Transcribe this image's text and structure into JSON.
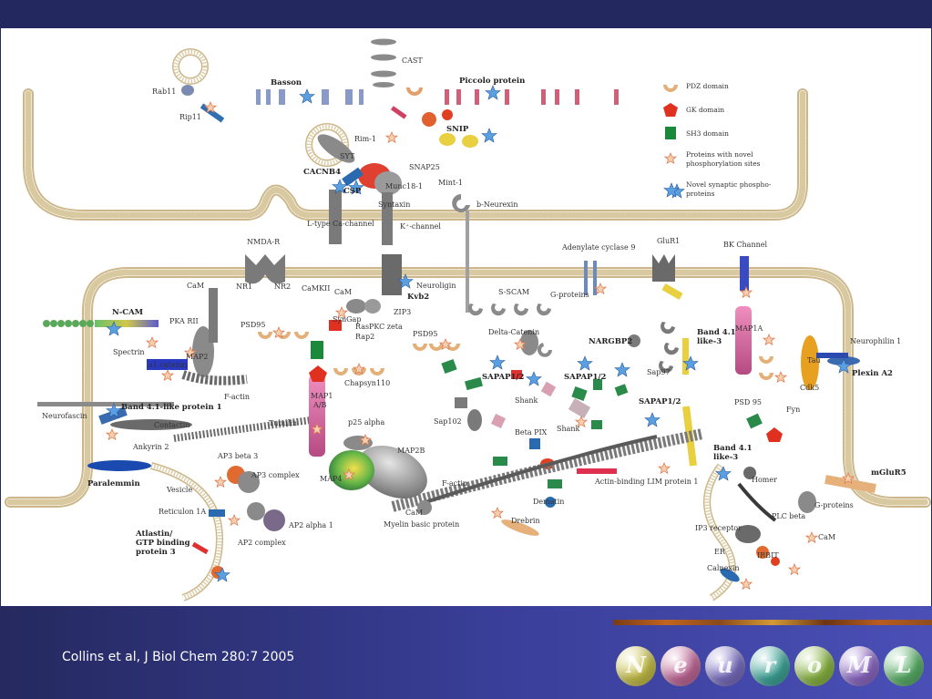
{
  "citation": "Collins et al, J Biol Chem 280:7 2005",
  "legend": {
    "pdz": "PDZ domain",
    "gk": "GK domain",
    "sh3": "SH3 domain",
    "novel_sites_1": "Proteins with novel",
    "novel_sites_2": "phosphorylation sites",
    "novel_proteins_1": "Novel synaptic phospho-",
    "novel_proteins_2": "proteins"
  },
  "labels": {
    "rab11": "Rab11",
    "rip11": "Rip11",
    "basson": "Basson",
    "cast": "CAST",
    "piccolo": "Piccolo protein",
    "rim1": "Rim-1",
    "snip": "SNIP",
    "syt": "SYT",
    "snap25": "SNAP25",
    "cacnb4": "CACNB4",
    "csp": "CSP",
    "munc18": "Munc18-1",
    "mint1": "Mint-1",
    "syntaxin": "Syntaxin",
    "bneurexin": "b-Neurexin",
    "ltype": "L-type Ca-channel",
    "kchannel": "K⁺-channel",
    "nmdar": "NMDA-R",
    "nr1": "NR1",
    "nr2": "NR2",
    "cam1": "CaM",
    "camkii": "CaMKII",
    "cam2": "CaM",
    "syngap": "SynGap",
    "kvb2": "Kvb2",
    "neuroligin": "Neuroligin",
    "zip3": "ZIP3",
    "ras": "Ras",
    "pkczeta": "PKC zeta",
    "rap2": "Rap2",
    "adenylate": "Adenylate cyclase 9",
    "gproteins1": "G-proteins",
    "glur1": "GluR1",
    "bkchannel": "BK Channel",
    "ncam": "N-CAM",
    "pkarii": "PKA RII",
    "psd95a": "PSD95",
    "psd95b": "PSD95",
    "sscam": "S-SCAM",
    "deltacatenin": "Delta-Catenin",
    "nargbp2": "NARGBP2",
    "spectrin": "Spectrin",
    "a1catenin": "a1 catenin",
    "map2": "MAP2",
    "factin1": "F-actin",
    "chapsyn": "Chapsyn110",
    "map1a": "MAP1A",
    "band41l3a": "Band 4.1 like-3",
    "neurophilin": "Neurophilin 1",
    "tau": "Tau",
    "plexin": "Plexin A2",
    "cdk5": "Cdk5",
    "band41p1": "Band 4.1-like protein 1",
    "neurofascin": "Neurofascin",
    "contactin": "Contactin",
    "ankyrin": "Ankyrin 2",
    "tubulin": "Tubulin",
    "map1ab": "MAP1 A/B",
    "p25": "p25 alpha",
    "sap102": "Sap102",
    "shank1": "Shank",
    "sapap12a": "SAPAP1/2",
    "sapap12b": "SAPAP1/2",
    "sapap12c": "SAPAP1/2",
    "sap97": "Sap97",
    "betapix": "Beta PIX",
    "shank2": "Shank",
    "psd95c": "PSD 95",
    "fyn": "Fyn",
    "paralemmin": "Paralemmin",
    "ap3beta": "AP3 beta 3",
    "ap3complex": "AP3 complex",
    "map2b": "MAP2B",
    "map4": "MAP4",
    "factin2": "F-actin",
    "vesicle": "Vesicle",
    "reticulon": "Reticulon 1A",
    "ap2alpha": "AP2 alpha 1",
    "ap2complex": "AP2 complex",
    "atlastin1": "Atlastin/",
    "atlastin2": "GTP binding",
    "atlastin3": "protein 3",
    "cam3": "CaM",
    "mbp": "Myelin basic protein",
    "dematin": "Dematin",
    "drebrin": "Drebrin",
    "alp": "Actin-binding LIM protein 1",
    "band41l3b": "Band 4.1 like-3",
    "homer": "Homer",
    "mglur5": "mGluR5",
    "gproteins2": "G-proteins",
    "plcbeta": "PLC beta",
    "ip3r": "IP3 receptor",
    "er": "ER",
    "calnexin": "Calnexin",
    "irbit": "IRBIT",
    "cam4": "CaM"
  },
  "logo_letters": [
    "N",
    "e",
    "u",
    "r",
    "o",
    "M",
    "L"
  ],
  "logo_colors": [
    "#c9c24a",
    "#c36a9a",
    "#7b6fc2",
    "#3fa79a",
    "#8cb845",
    "#8e6ac7",
    "#5bb26a"
  ],
  "colors": {
    "header": "#23285e",
    "footer_start": "#25295f",
    "footer_end": "#4a4fb6"
  }
}
